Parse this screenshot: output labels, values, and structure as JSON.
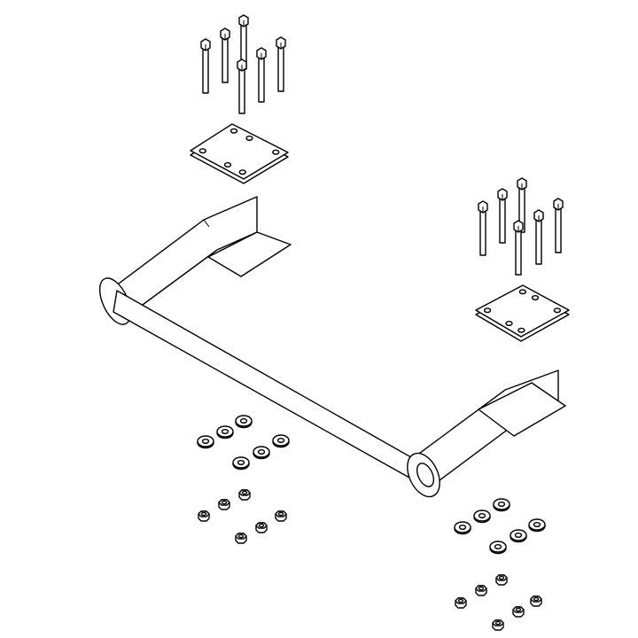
{
  "colors": {
    "stroke": "#000000",
    "background": "#ffffff"
  },
  "parts": [
    "hitch-crossbar",
    "mounting-bracket",
    "backing-plate",
    "bolt",
    "washer",
    "hex-nut"
  ]
}
